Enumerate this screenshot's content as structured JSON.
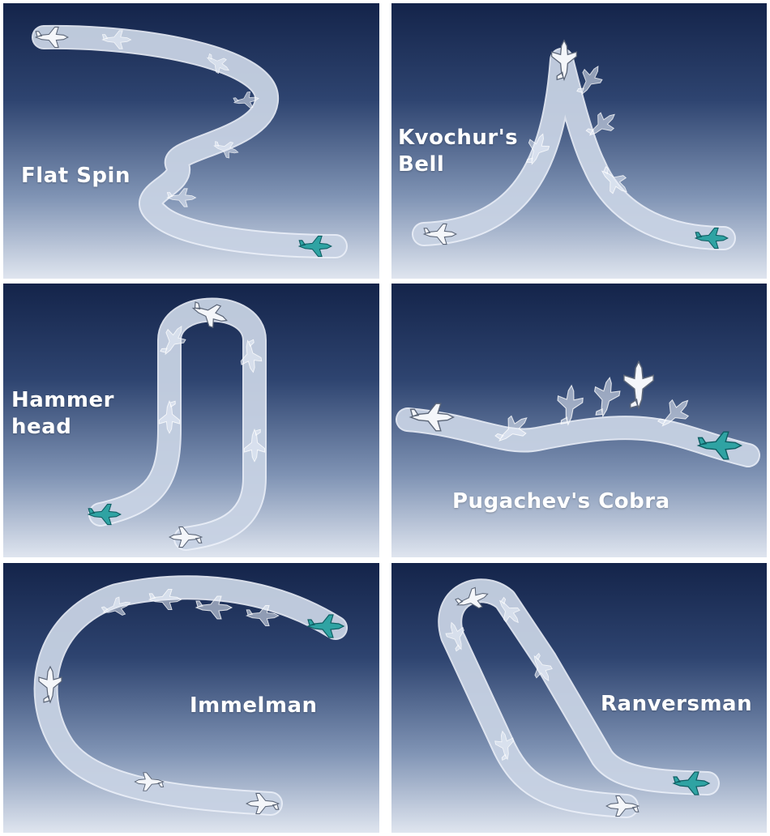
{
  "panels": [
    {
      "id": "flat-spin",
      "label": "Flat Spin"
    },
    {
      "id": "kvochurs-bell",
      "label": "Kvochur's\nBell"
    },
    {
      "id": "hammerhead",
      "label": "Hammer\nhead"
    },
    {
      "id": "pugachevs-cobra",
      "label": "Pugachev's Cobra"
    },
    {
      "id": "immelman",
      "label": "Immelman"
    },
    {
      "id": "ranversman",
      "label": "Ranversman"
    }
  ],
  "colors": {
    "background_top": "#14244a",
    "background_bottom": "#dfe5ef",
    "label": "#ffffff",
    "end_aircraft": "#2fa3a3",
    "trail": "#ebf0f8"
  },
  "icons": [
    "jet-icon"
  ]
}
